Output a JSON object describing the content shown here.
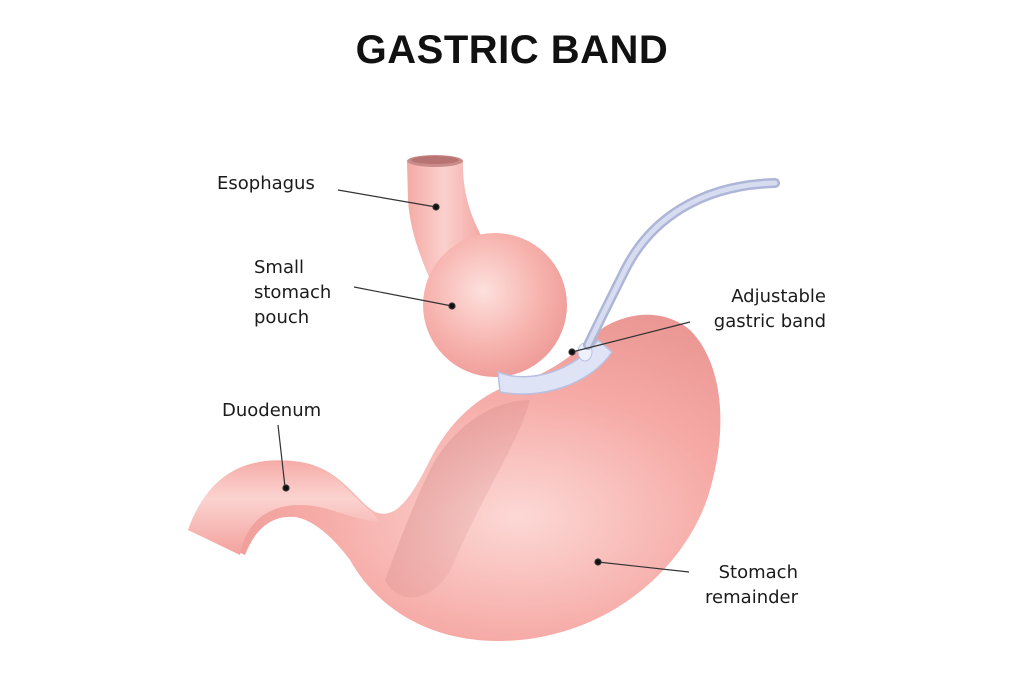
{
  "title": "GASTRIC BAND",
  "labels": {
    "esophagus": [
      "Esophagus"
    ],
    "pouch": [
      "Small",
      "stomach",
      "pouch"
    ],
    "band": [
      "Adjustable",
      "gastric band"
    ],
    "duodenum": [
      "Duodenum"
    ],
    "remainder": [
      "Stomach",
      "remainder"
    ]
  },
  "colors": {
    "tissue": "#f6a8a4",
    "tissue_light": "#fcd6d3",
    "tissue_dark": "#d98583",
    "band": "#dde2f5",
    "tube": "#c9cfe8",
    "text": "#1b1b1b"
  }
}
